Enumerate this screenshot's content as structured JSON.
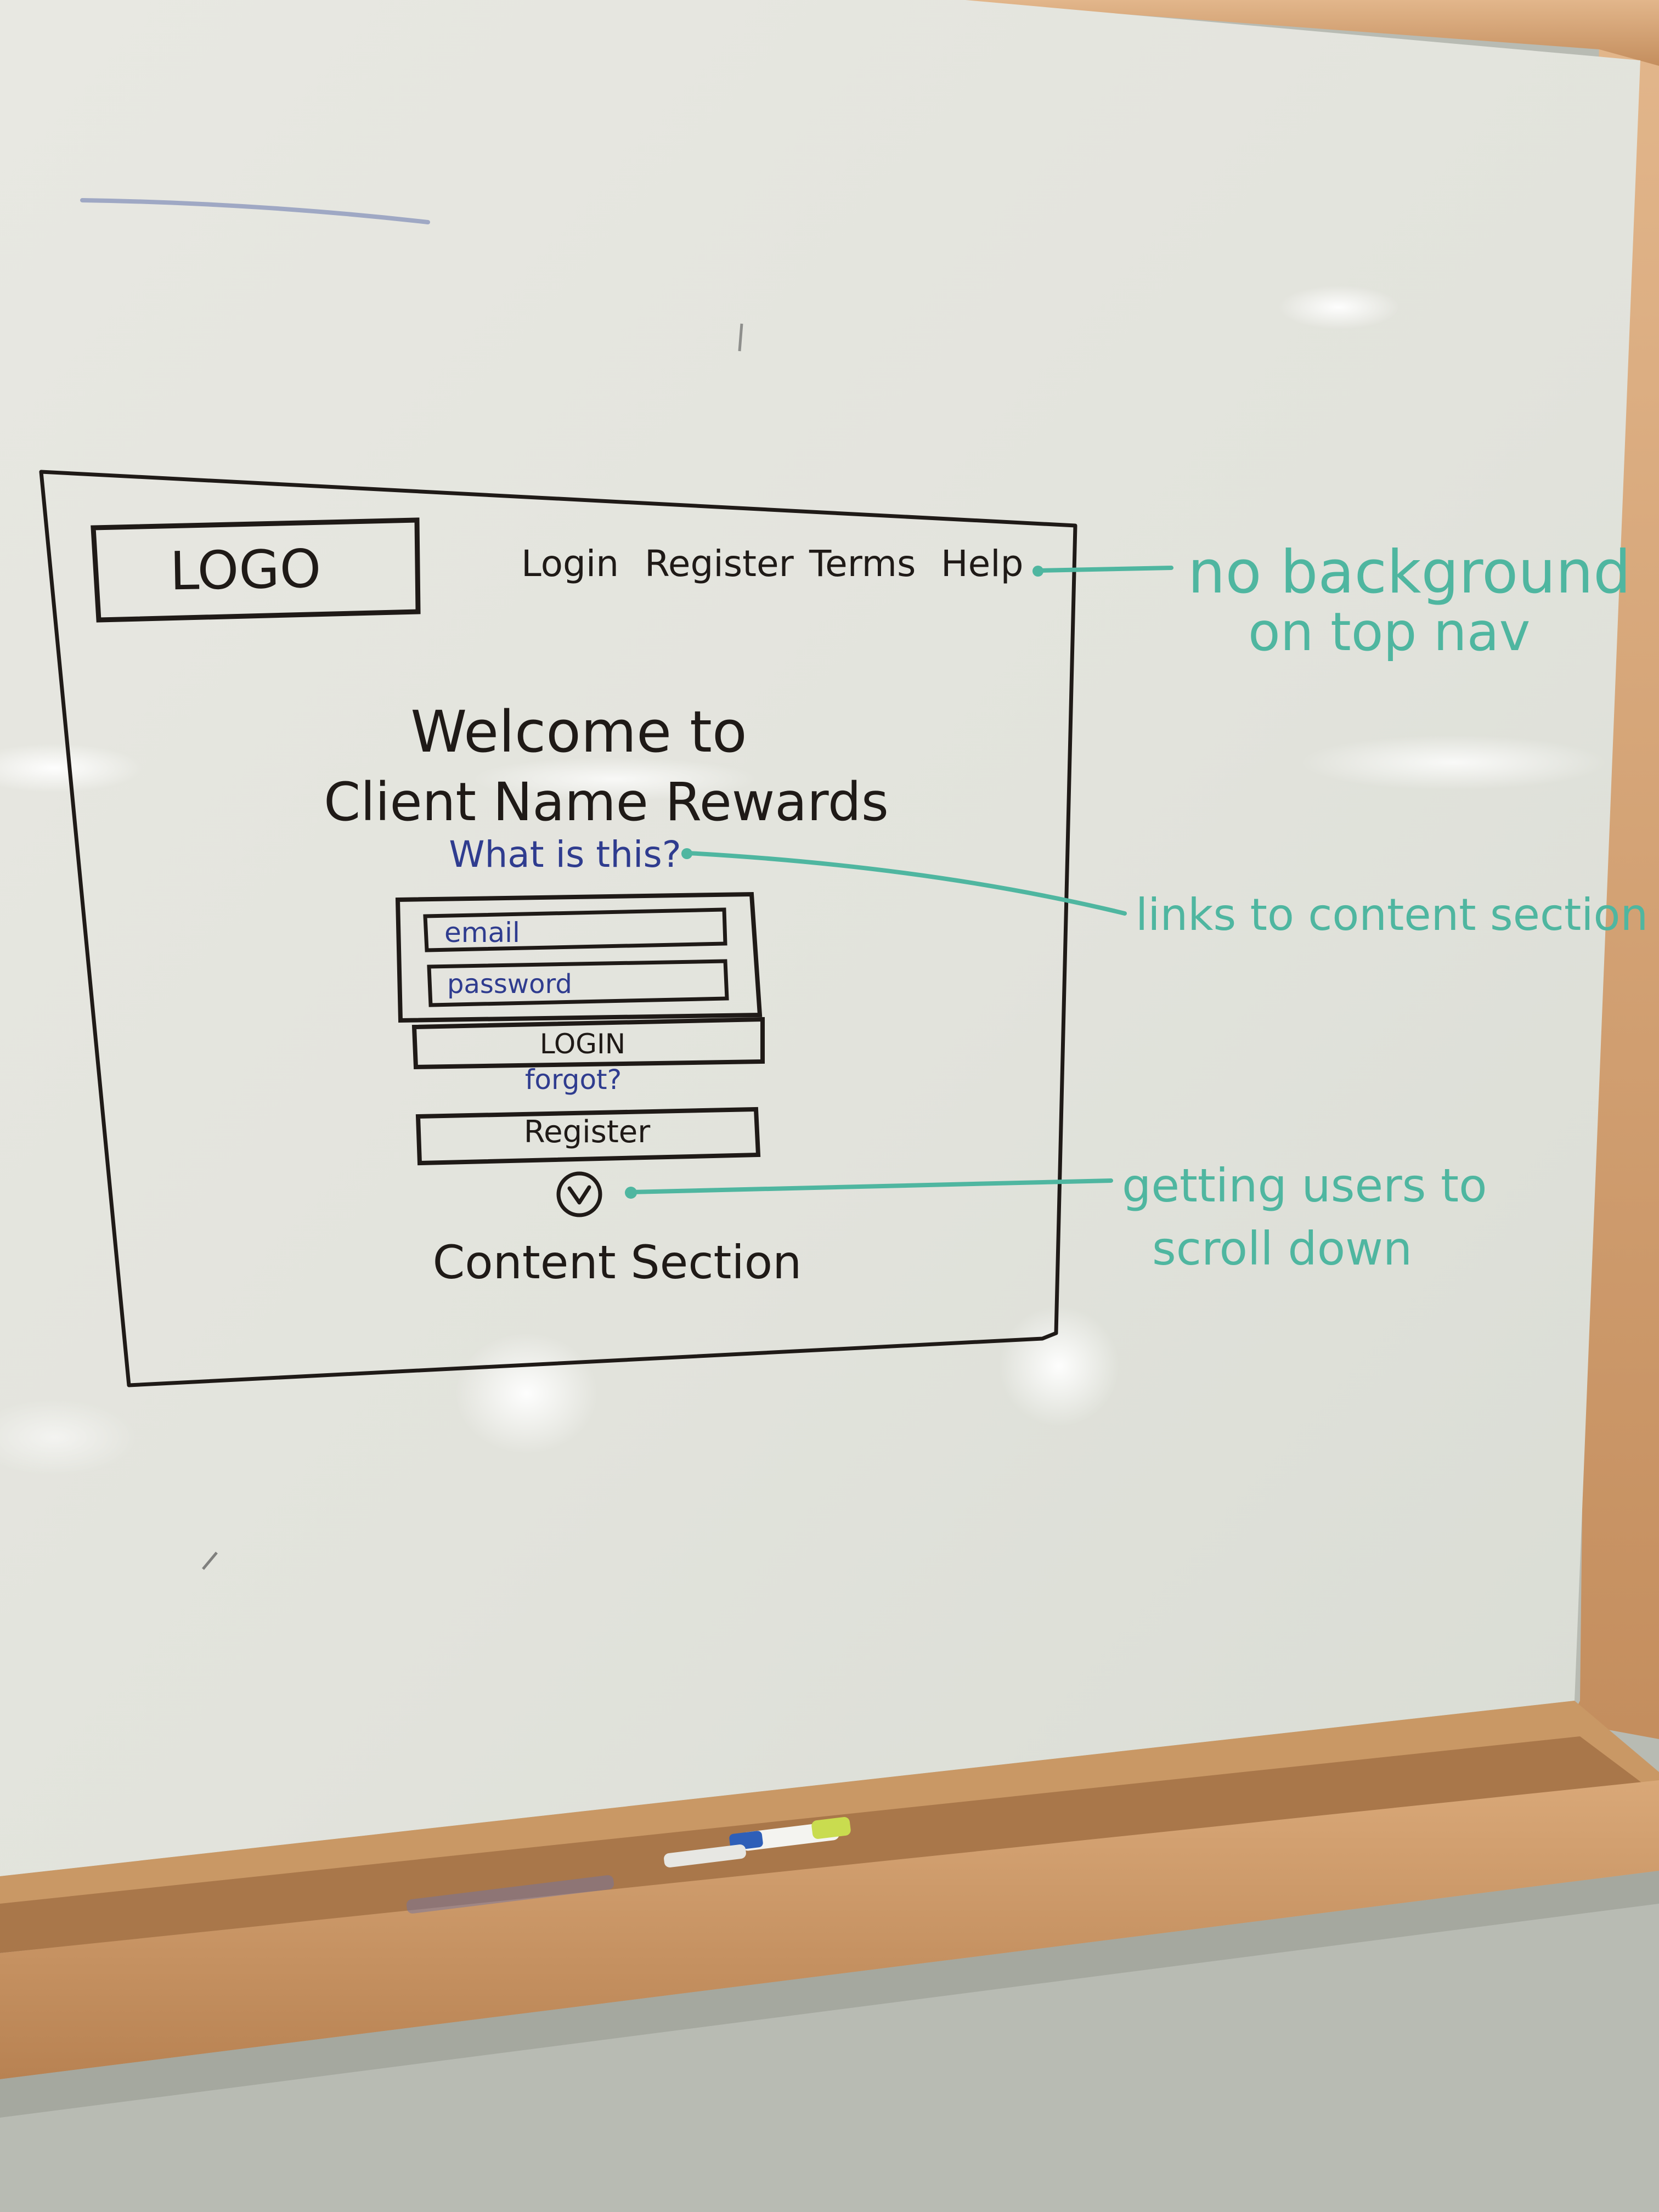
{
  "colors": {
    "wall": "#b7bab2",
    "board": "#e6e7e1",
    "frame": "#d7a77a",
    "frame_dark": "#b98556",
    "ink_dark": "#1f1a17",
    "ink_blue": "#2f3c8f",
    "ink_teal": "#4fb6a0"
  },
  "sketch": {
    "logo": "LOGO",
    "nav": {
      "login": "Login",
      "register": "Register",
      "terms": "Terms",
      "help": "Help"
    },
    "welcome_line1": "Welcome to",
    "welcome_line2": "Client Name Rewards",
    "what_is_this": "What is this?",
    "email_placeholder": "email",
    "password_placeholder": "password",
    "login_button": "LOGIN",
    "forgot_link": "forgot?",
    "register_button": "Register",
    "scroll_icon": "chevron-down-circle",
    "content_section": "Content Section"
  },
  "annotations": {
    "top_nav_line1": "no background",
    "top_nav_line2": "on top nav",
    "links_note": "links to content section",
    "scroll_line1": "getting users to",
    "scroll_line2": "scroll down"
  }
}
